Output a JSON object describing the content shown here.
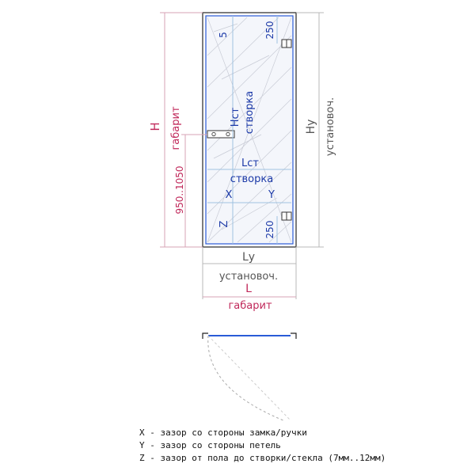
{
  "labels": {
    "H": "H",
    "H_gabarit": "габарит",
    "Hst": "Нст",
    "Hst_stvorka": "створка",
    "Hu": "Ну",
    "Hu_ustanov": "установоч.",
    "Lst": "Lст",
    "Lst_stvorka": "створка",
    "X": "X",
    "Y": "Y",
    "Z": "Z",
    "Lu": "Lу",
    "Lu_ustanov": "установоч.",
    "L": "L",
    "L_gabarit": "габарит",
    "dim_5": "5",
    "dim_250_top": "250",
    "dim_250_bottom": "250",
    "dim_950_1050": "950..1050"
  },
  "legend": [
    "X - зазор со стороны замка/ручки",
    "Y - зазор со стороны петель",
    "Z - зазор от пола до створки/стекла  (7мм..12мм)"
  ],
  "colors": {
    "gabarit": "#c0285a",
    "stvorka": "#1c3aa8",
    "ustanov": "#555555",
    "glass_edge": "#2a5bd7"
  }
}
